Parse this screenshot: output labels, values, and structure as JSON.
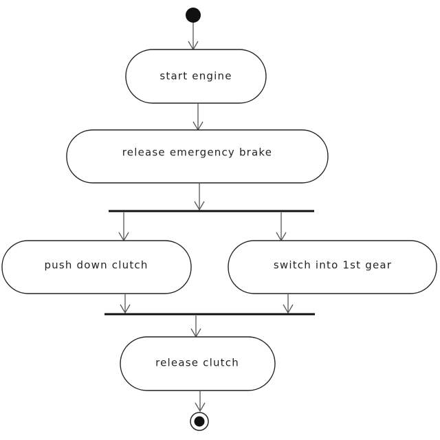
{
  "diagram": {
    "nodes": {
      "start_engine": "start engine",
      "release_brake": "release emergency brake",
      "push_clutch": "push down clutch",
      "switch_gear": "switch into 1st gear",
      "release_clutch": "release clutch"
    }
  }
}
